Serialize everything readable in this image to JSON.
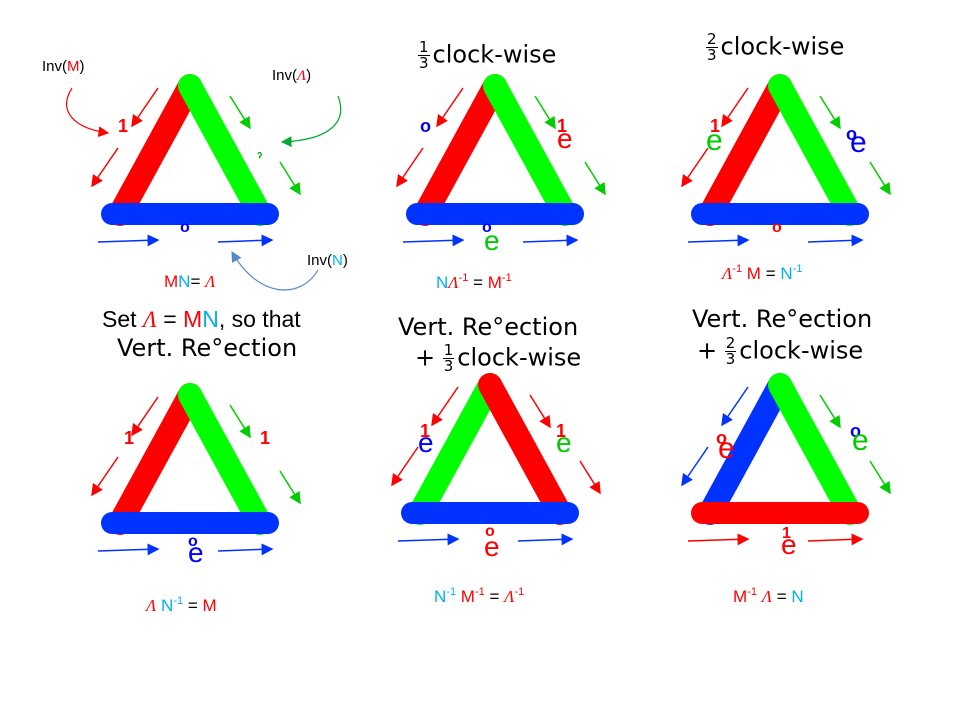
{
  "colors": {
    "red": "#ff0000",
    "green": "#00ff00",
    "blue": "#0033ff",
    "cyan": "#00b0f0",
    "marker_blue": "#0000ff"
  },
  "inv_labels": {
    "m": {
      "prefix": "Inv(",
      "var": "M",
      "suffix": ")"
    },
    "lambda": {
      "prefix": "Inv(",
      "var": "Λ",
      "suffix": ")"
    },
    "n": {
      "prefix": "Inv(",
      "var": "N",
      "suffix": ")"
    }
  },
  "titles": {
    "top_mid": {
      "num": "1",
      "den": "3",
      "text": "clock-wise"
    },
    "top_right": {
      "num": "2",
      "den": "3",
      "text": "clock-wise"
    },
    "reflection": "Vert. Re°ection",
    "mid_refl_rot": {
      "plus": "+",
      "num": "1",
      "den": "3",
      "text": "clock-wise"
    },
    "right_refl_rot": {
      "plus": "+",
      "num": "2",
      "den": "3",
      "text": "clock-wise"
    }
  },
  "set_line": {
    "set": "Set",
    "lam": "Λ",
    "eq": "=",
    "m": "M",
    "n": "N",
    "rest": ", so that"
  },
  "equations": {
    "mn": {
      "m": "M",
      "n": "N",
      "eq": "=",
      "lam": "Λ"
    },
    "n_laminv": {
      "n": "N",
      "lam": "Λ",
      "sup": "-1",
      "eq": "=",
      "m": "M",
      "msup": "-1"
    },
    "laminv_m": {
      "lam": "Λ",
      "sup": "-1",
      "m": "M",
      "eq": "=",
      "n": "N",
      "nsup": "-1"
    },
    "lam_ninv": {
      "lam": "Λ",
      "n": "N",
      "sup": "-1",
      "eq": "=",
      "m": "M"
    },
    "ninv_minv": {
      "n": "N",
      "nsup": "-1",
      "m": "M",
      "msup": "-1",
      "eq": "=",
      "lam": "Λ",
      "lsup": "-1"
    },
    "minv_lam": {
      "m": "M",
      "msup": "-1",
      "lam": "Λ",
      "eq": "=",
      "n": "N"
    }
  },
  "markers": {
    "one": "1",
    "zero": "o",
    "e": "e",
    "tick": "ˀ"
  }
}
